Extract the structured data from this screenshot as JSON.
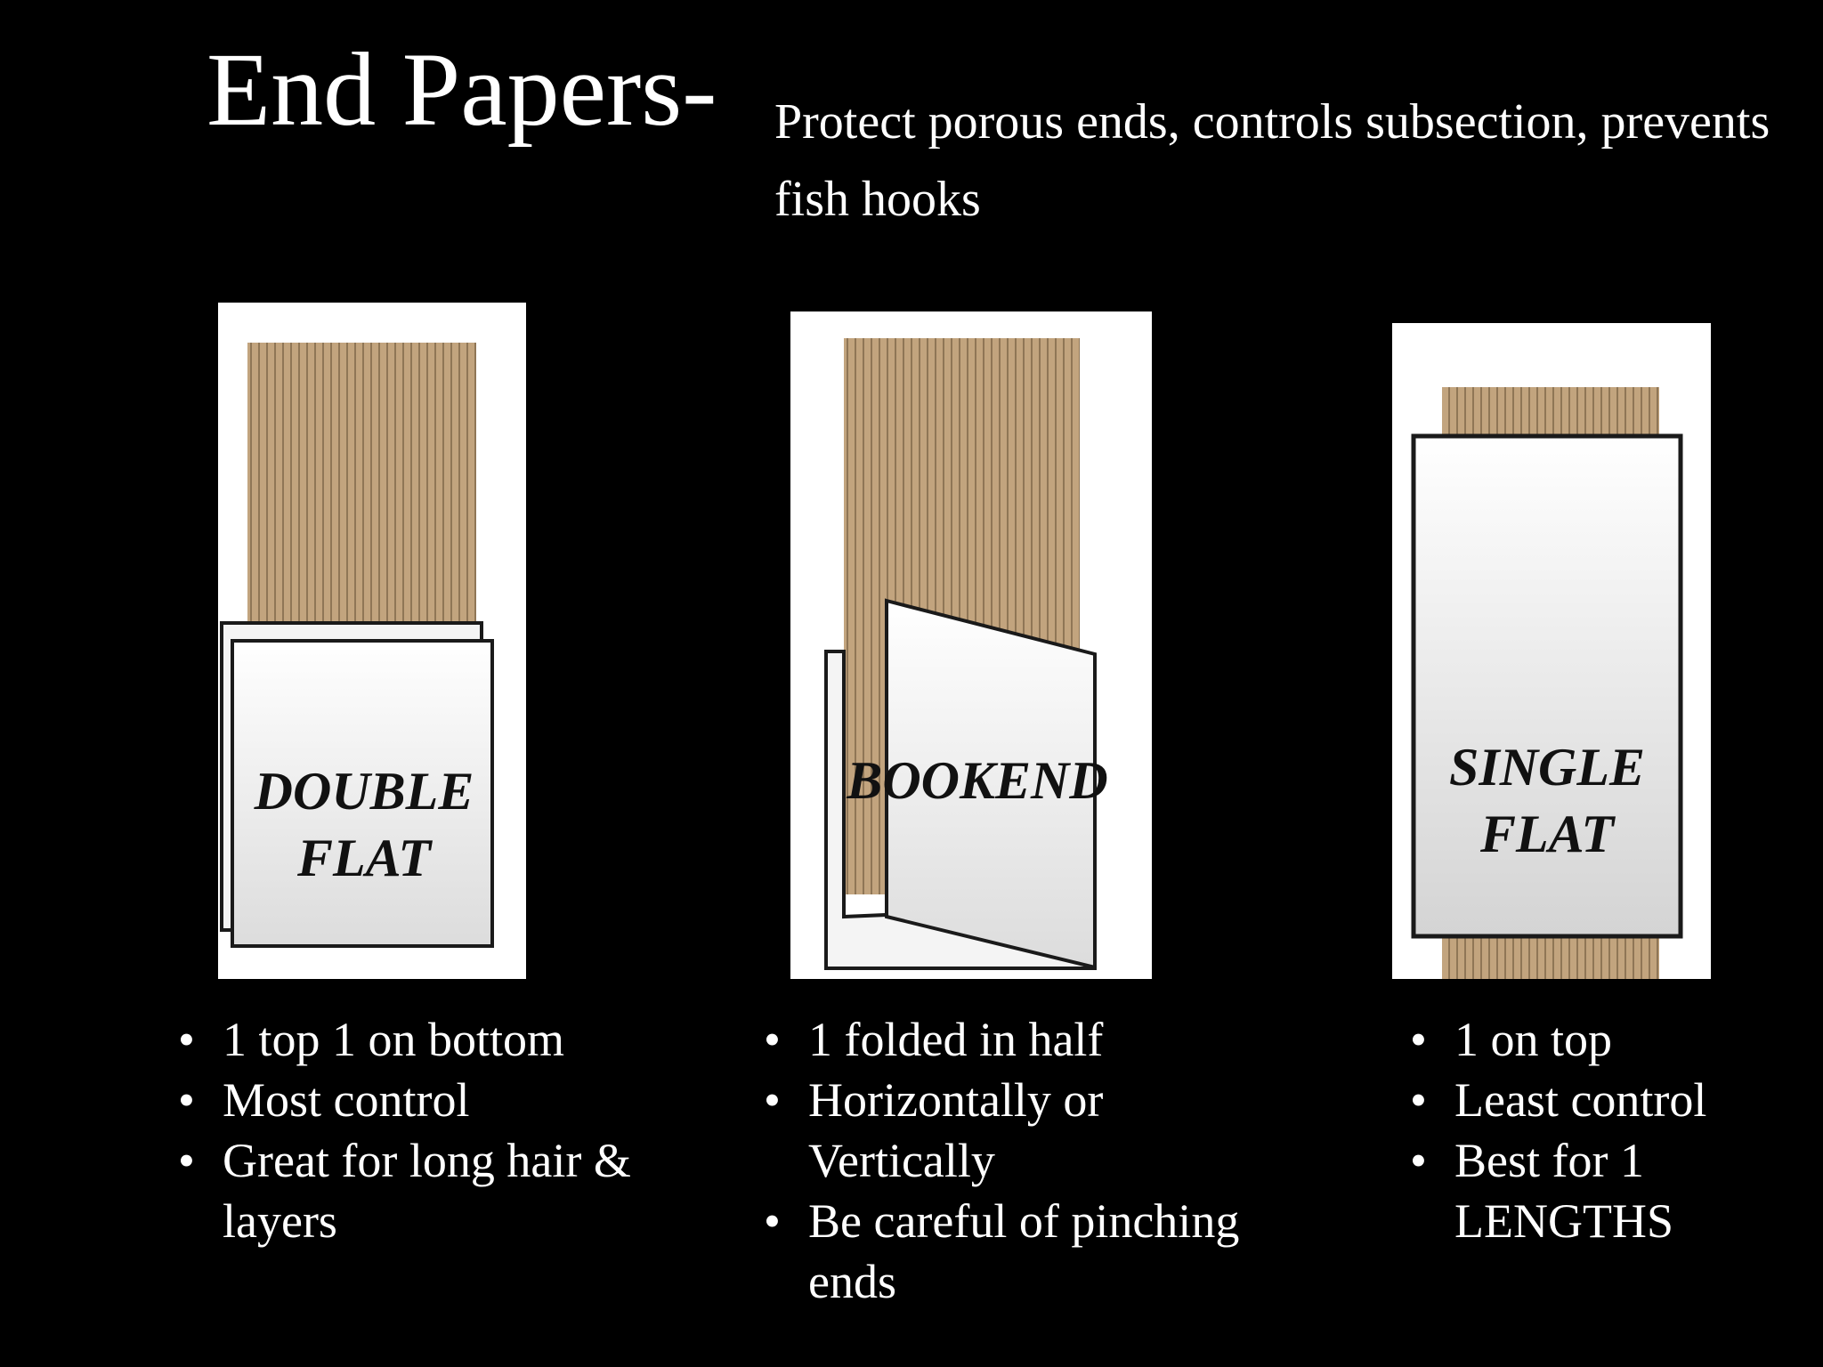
{
  "slide": {
    "title": "End Papers-",
    "subtitle": "Protect porous ends, controls subsection, prevents fish hooks"
  },
  "colors": {
    "background": "#000000",
    "hair": "#c2a47e",
    "hair_stripe": "#8f7656",
    "paper": "#ffffff",
    "paper_shade": "#dcdcdc",
    "outline": "#1a1a1a"
  },
  "diagrams": [
    {
      "label_lines": [
        "DOUBLE",
        "FLAT"
      ],
      "bullets": [
        "1 top 1 on bottom",
        "Most control",
        "Great for long hair & layers"
      ]
    },
    {
      "label_lines": [
        "BOOKEND"
      ],
      "bullets": [
        "1 folded in half",
        "Horizontally or Vertically",
        "Be careful of pinching ends"
      ]
    },
    {
      "label_lines": [
        "SINGLE",
        "FLAT"
      ],
      "bullets": [
        "1 on top",
        "Least control",
        "Best for 1 LENGTHS"
      ]
    }
  ]
}
